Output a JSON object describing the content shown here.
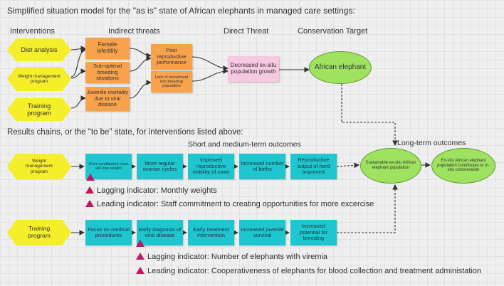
{
  "title": "Simplified situation model for the \"as is\" state of African elephants in managed care settings:",
  "columns": {
    "interventions": "Interventions",
    "indirect_threats": "Indirect threats",
    "direct_threat": "Direct Threat",
    "conservation_target": "Conservation Target"
  },
  "situation_model": {
    "interventions": [
      "Diet analysis",
      "Weight management program",
      "Training program"
    ],
    "indirect_threats": [
      "Female infertility",
      "Sub-optimal breeding situations",
      "Juvenile mortality due to viral disease"
    ],
    "secondary_threats": [
      "Poor reproductive performance",
      "Lack of recruitment into breeding population"
    ],
    "direct_threat": "Decreased ex-situ population growth",
    "target": "African elephant"
  },
  "results_heading": "Results chains, or the \"to be\" state, for interventions listed above:",
  "short_medium_heading": "Short and medium-term outcomes",
  "long_term_heading": "Long-term outcomes",
  "chain1": {
    "intervention": "Weight management program",
    "steps": [
      "Over-conditioned cows will lose weight",
      "More regular ovarian cycles",
      "Improved reproductive viability of cows",
      "Increased number of births",
      "Reproductive output of herd improved"
    ]
  },
  "long_term": [
    "Sustainable ex-situ African elephant population",
    "Ex-situ African elephant population contributes to in-situ conservation"
  ],
  "chain1_indicators": [
    "Lagging indicator: Monthly weights",
    "Leading indicator: Staff commitment to creating opportunities for more excercise"
  ],
  "chain2": {
    "intervention": "Training program",
    "steps": [
      "Focus on medical procedures",
      "Early diagnosis of viral disease",
      "Early treatment intervention",
      "Increased juvenile survival",
      "Increased potential for breeding"
    ]
  },
  "chain2_indicators": [
    "Lagging indicator: Number of elephants with viremia",
    "Leading indicator: Cooperativeness of elephants for blood collection and treatment administation"
  ],
  "colors": {
    "intervention": "#f5ee2a",
    "threat": "#f8a24b",
    "direct_threat": "#f7c8e1",
    "outcome": "#1ec7cf",
    "target": "#9fe25f",
    "indicator_marker": "#c0185f"
  }
}
